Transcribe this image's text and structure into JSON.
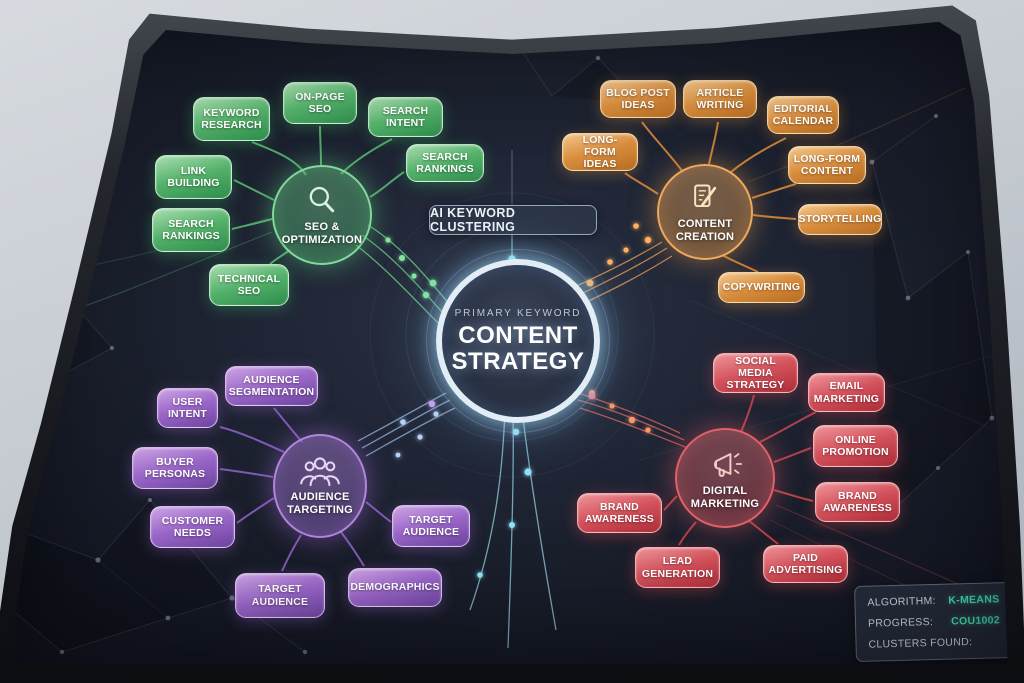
{
  "scene": {
    "badge_label": "AI KEYWORD CLUSTERING",
    "center": {
      "subtitle": "PRIMARY KEYWORD",
      "title": "CONTENT STRATEGY"
    }
  },
  "clusters": [
    {
      "id": "seo",
      "label": "SEO & OPTIMIZATION",
      "color": "#3fae62",
      "icon": "magnifier-icon",
      "children": [
        "KEYWORD RESEARCH",
        "ON-PAGE SEO",
        "SEARCH INTENT",
        "SEARCH RANKINGS",
        "LINK BUILDING",
        "SEARCH RANKINGS",
        "TECHNICAL SEO"
      ]
    },
    {
      "id": "content-creation",
      "label": "CONTENT CREATION",
      "color": "#d98e3e",
      "icon": "document-pencil-icon",
      "children": [
        "BLOG POST IDEAS",
        "ARTICLE WRITING",
        "EDITORIAL CALENDAR",
        "LONG-FORM IDEAS",
        "LONG-FORM CONTENT",
        "STORYTELLING",
        "COPYWRITING"
      ]
    },
    {
      "id": "audience",
      "label": "AUDIENCE TARGETING",
      "color": "#9a67c8",
      "icon": "people-group-icon",
      "children": [
        "AUDIENCE SEGMENTATION",
        "USER INTENT",
        "BUYER PERSONAS",
        "CUSTOMER NEEDS",
        "TARGET AUDIENCE",
        "DEMOGRAPHICS",
        "TARGET AUDIENCE"
      ]
    },
    {
      "id": "digital-marketing",
      "label": "DIGITAL MARKETING",
      "color": "#d4525c",
      "icon": "megaphone-icon",
      "children": [
        "SOCIAL MEDIA STRATEGY",
        "EMAIL MARKETING",
        "ONLINE PROMOTION",
        "BRAND AWARENESS",
        "BRAND AWARENESS",
        "LEAD GENERATION",
        "PAID ADVERTISING"
      ]
    }
  ],
  "status_panel": {
    "rows": [
      {
        "label": "ALGORITHM:",
        "value": "K-MEANS"
      },
      {
        "label": "PROGRESS:",
        "value": "COU1002"
      },
      {
        "label": "CLUSTERS FOUND:",
        "value": ""
      }
    ],
    "value_color": "#43d6ad"
  }
}
